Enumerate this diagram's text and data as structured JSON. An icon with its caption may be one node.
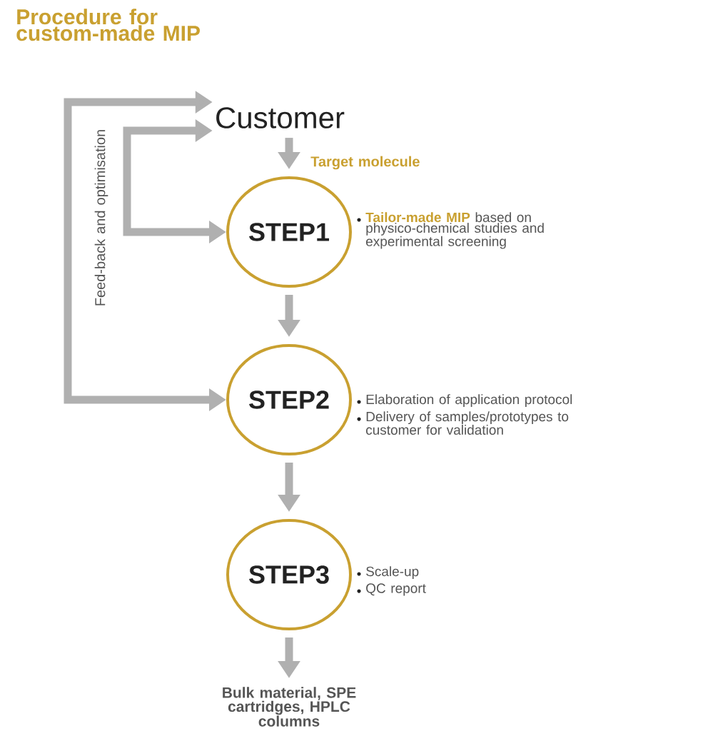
{
  "diagram": {
    "title": "Procedure for custom-made MIP",
    "nodes": [
      {
        "text": [
          "Customer"
        ]
      },
      {
        "text": [
          "STEP1"
        ],
        "beside": [
          "**Tailor-made MIP** based on physico-chemical studies and experimental screening"
        ]
      },
      {
        "text": [
          "STEP2"
        ],
        "beside": [
          "Elaboration of application protocol",
          "Delivery of samples/prototypes to customer for validation"
        ]
      },
      {
        "text": [
          "STEP3"
        ],
        "beside": [
          "Scale-up",
          "QC report"
        ]
      },
      {
        "text": [
          "Bulk material, SPE cartridges, HPLC columns"
        ]
      }
    ],
    "edges": [
      {
        "from": 0,
        "to": 1,
        "arrow": "to",
        "label": "Target molecule"
      },
      {
        "from": 1,
        "to": 2,
        "arrow": "to"
      },
      {
        "from": 2,
        "to": 3,
        "arrow": "to"
      },
      {
        "from": 3,
        "to": 4,
        "arrow": "to"
      },
      {
        "from": 1,
        "to": 0,
        "arrow": "both"
      },
      {
        "from": 2,
        "to": 0,
        "arrow": "both",
        "label": "Feed-back and optimisation"
      }
    ]
  }
}
